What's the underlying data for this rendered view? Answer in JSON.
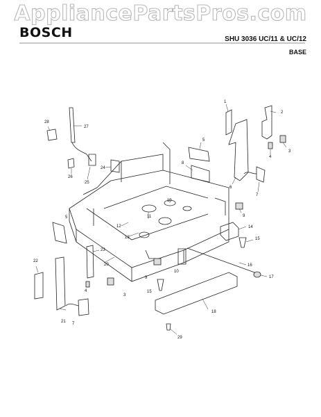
{
  "watermark": "AppliancePartsPros.com",
  "brand": "BOSCH",
  "model": "SHU 3036 UC/11 & UC/12",
  "section": "BASE",
  "callouts": [
    {
      "label": "1"
    },
    {
      "label": "2"
    },
    {
      "label": "3"
    },
    {
      "label": "4"
    },
    {
      "label": "5"
    },
    {
      "label": "6"
    },
    {
      "label": "7"
    },
    {
      "label": "8"
    },
    {
      "label": "9"
    },
    {
      "label": "10"
    },
    {
      "label": "11"
    },
    {
      "label": "12"
    },
    {
      "label": "13"
    },
    {
      "label": "14"
    },
    {
      "label": "15"
    },
    {
      "label": "16"
    },
    {
      "label": "17"
    },
    {
      "label": "18"
    },
    {
      "label": "20"
    },
    {
      "label": "21"
    },
    {
      "label": "22"
    },
    {
      "label": "23"
    },
    {
      "label": "24"
    },
    {
      "label": "25"
    },
    {
      "label": "26"
    },
    {
      "label": "27"
    },
    {
      "label": "28"
    },
    {
      "label": "29"
    },
    {
      "label": "5"
    },
    {
      "label": "7"
    },
    {
      "label": "9"
    },
    {
      "label": "10"
    },
    {
      "label": "15"
    },
    {
      "label": "3"
    },
    {
      "label": "4"
    }
  ]
}
